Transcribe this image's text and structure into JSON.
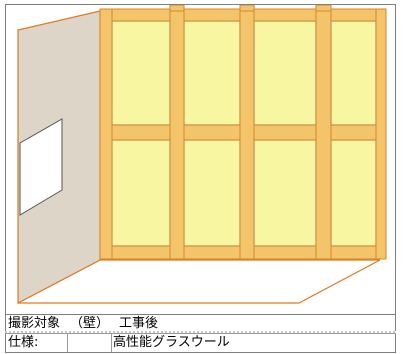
{
  "caption": {
    "subject_label": "撮影対象",
    "subject_wall": "（壁）",
    "subject_phase": "工事後",
    "spec_label": "仕様:",
    "spec_value": "高性能グラスウール"
  },
  "colors": {
    "timber": "#f4c46a",
    "timber_edge": "#d08a2a",
    "insulation": "#f8f6a0",
    "insulation_edge": "#b9c9d6",
    "side_wall": "#ddd6c8",
    "floor_line": "#e07a20",
    "border": "#7f7f7f"
  },
  "icons": {
    "window": "window-opening",
    "wall": "wall-framing"
  }
}
